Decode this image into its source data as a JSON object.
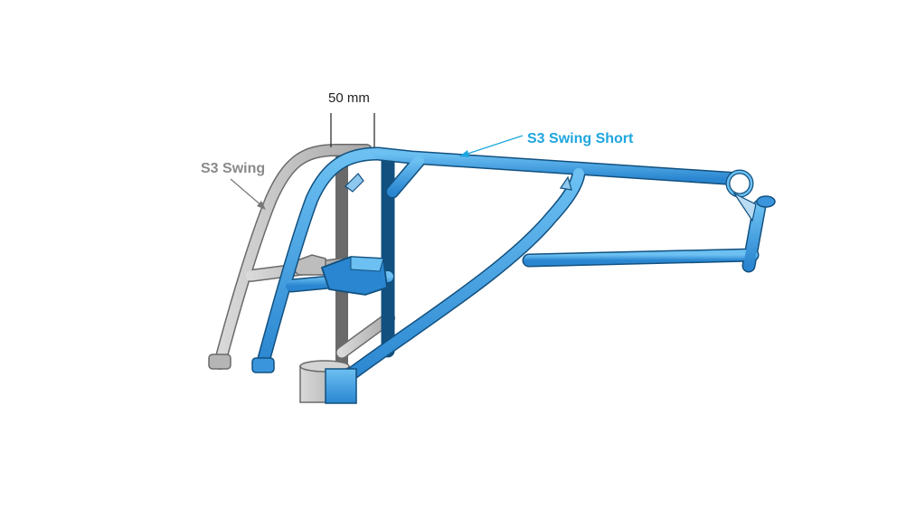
{
  "labels": {
    "dimension": "50 mm",
    "gray_model": "S3 Swing",
    "blue_model": "S3 Swing Short"
  },
  "colors": {
    "blue_frame": "#3a95dc",
    "blue_outline": "#12507f",
    "gray_frame": "#c4c4c4",
    "gray_outline": "#6a6a6a",
    "gray_label": "#8a8a8a",
    "blue_label": "#1ea6df",
    "dimension_text": "#222222"
  }
}
